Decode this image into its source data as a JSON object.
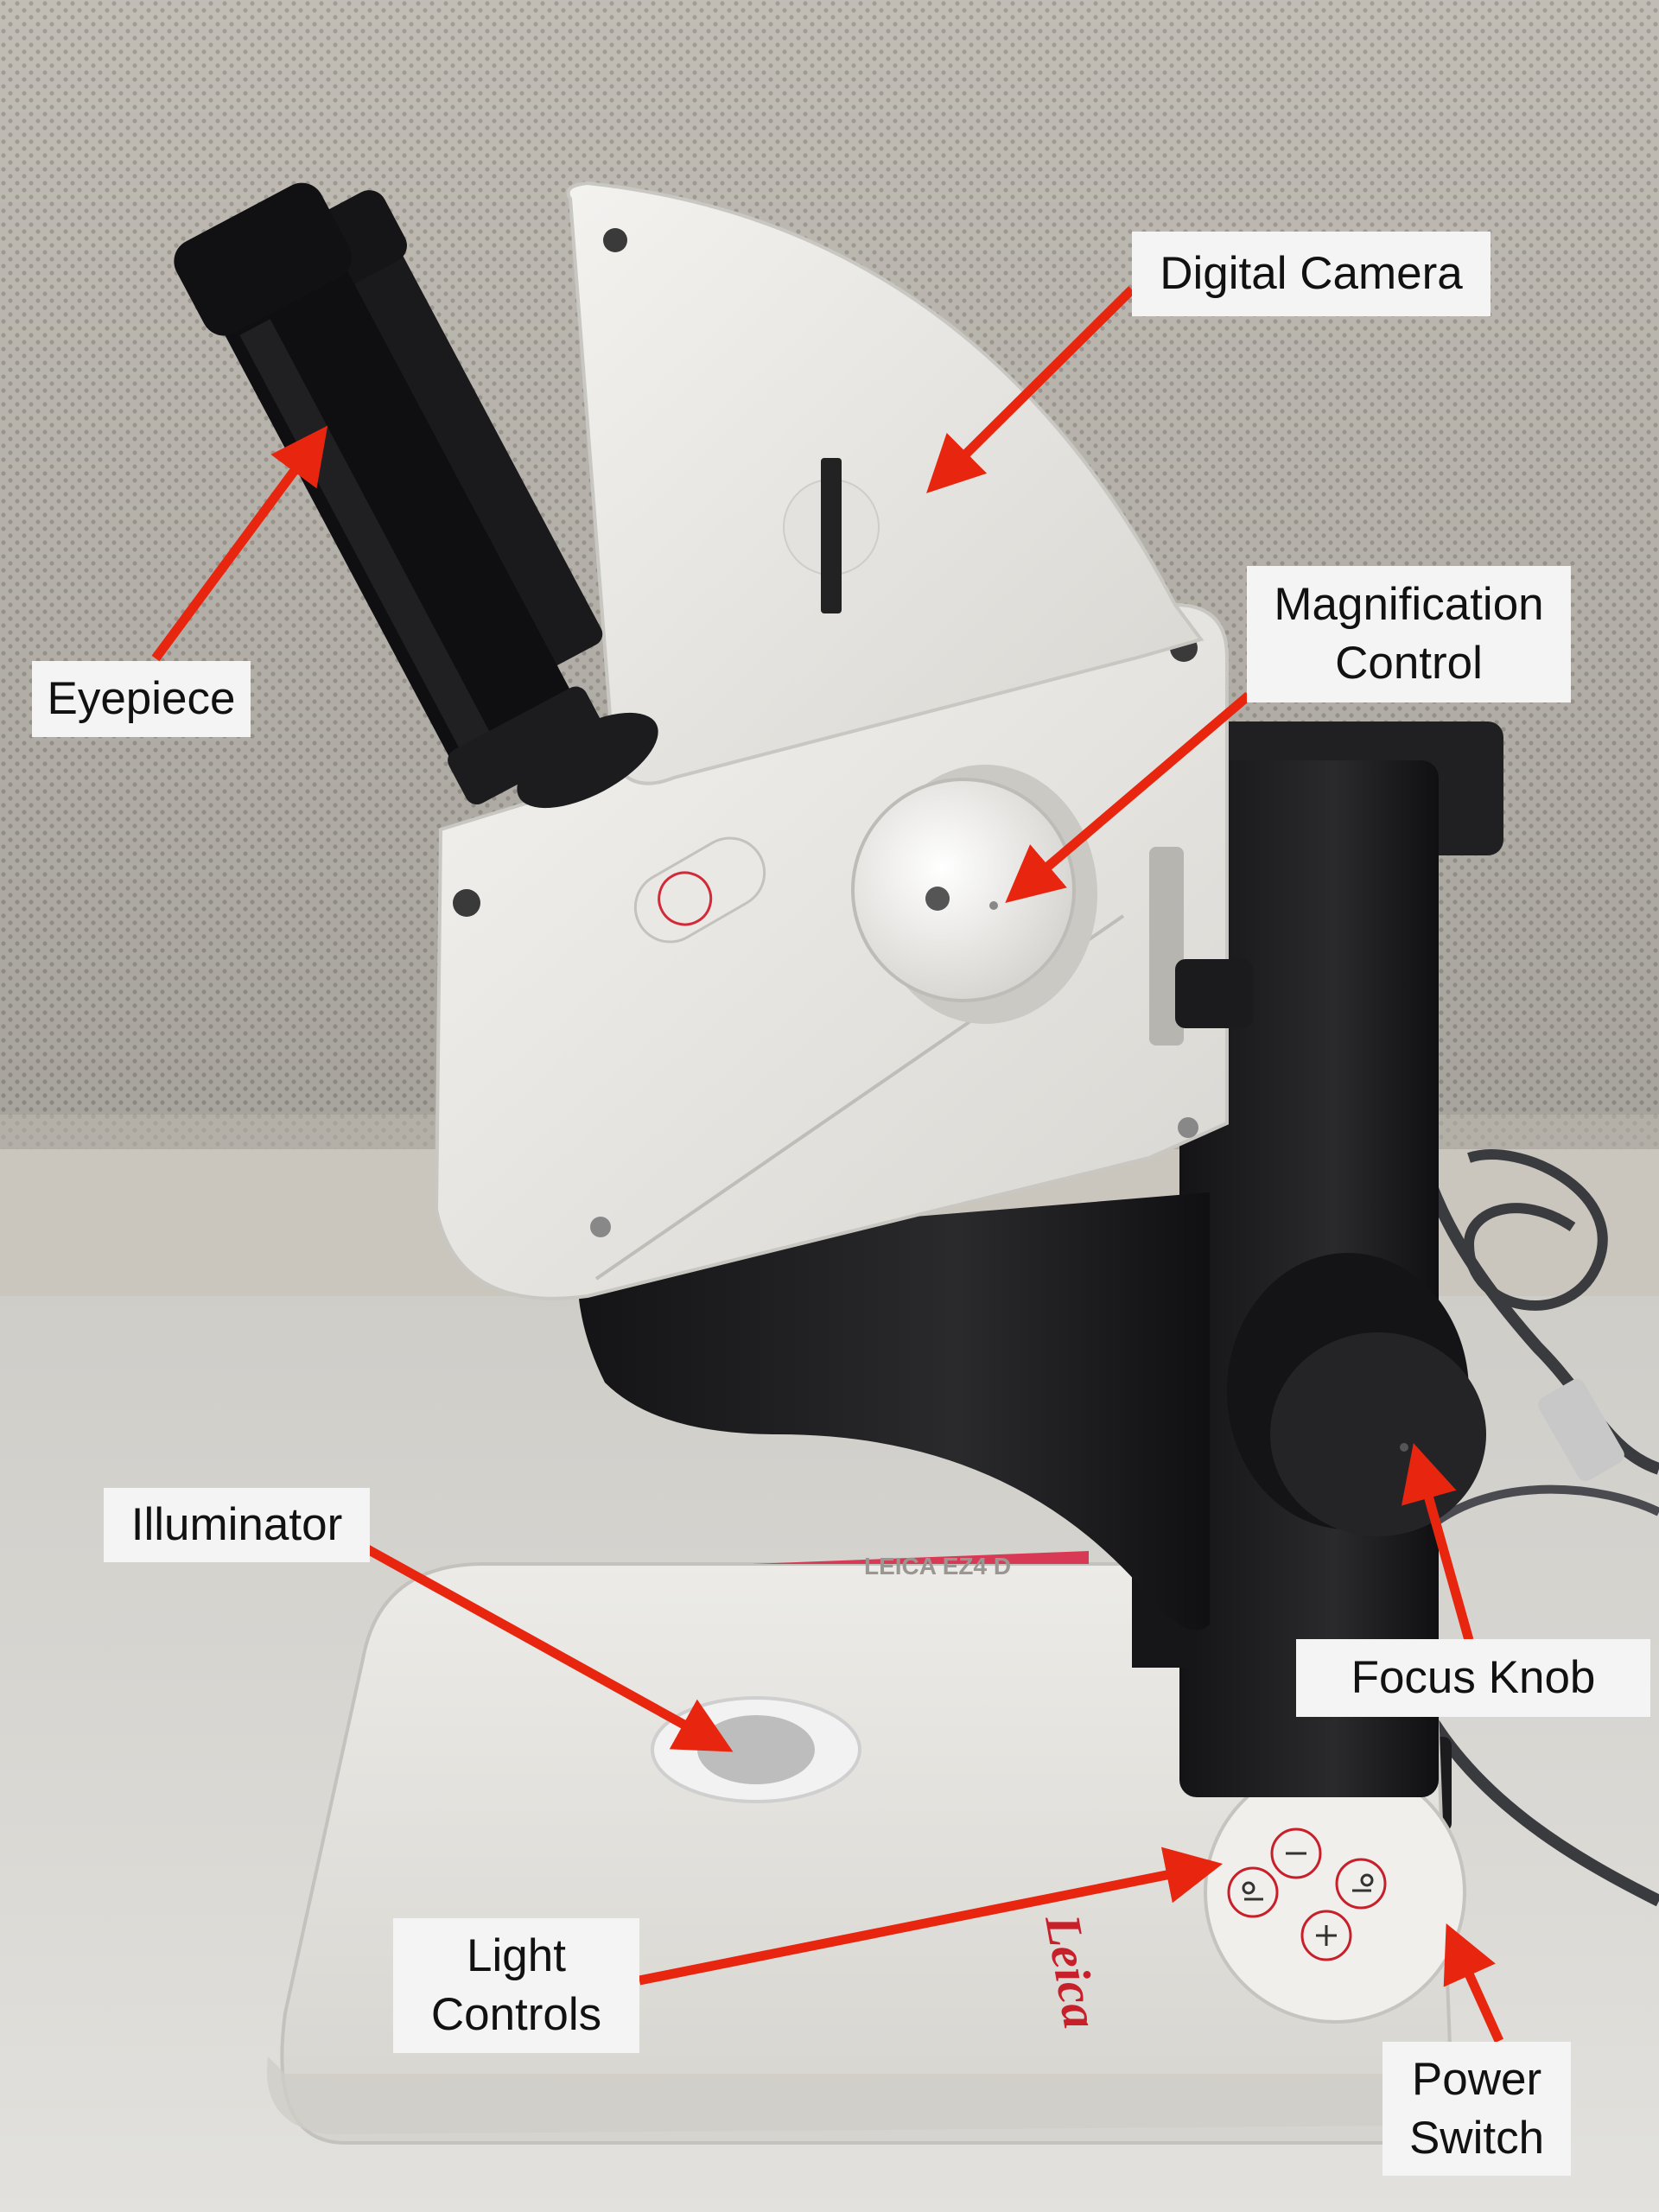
{
  "labels": {
    "digital_camera": "Digital Camera",
    "eyepiece": "Eyepiece",
    "magnification_control": "Magnification\nControl",
    "illuminator": "Illuminator",
    "focus_knob": "Focus Knob",
    "light_controls": "Light\nControls",
    "power_switch": "Power\nSwitch"
  },
  "product_text": {
    "model": "LEICA EZ4 D",
    "brand": "Leica"
  },
  "colors": {
    "arrow": "#e8260f",
    "label_bg": "#f4f4f4",
    "label_text": "#111111",
    "wall": "#cdc9c1",
    "table": "#dddcd8",
    "microscope_white": "#ecebe8",
    "microscope_black": "#1e1e20",
    "brand_red": "#c8202a"
  },
  "icons": [
    "minus-icon",
    "plus-icon",
    "light-down-icon",
    "light-up-icon"
  ]
}
